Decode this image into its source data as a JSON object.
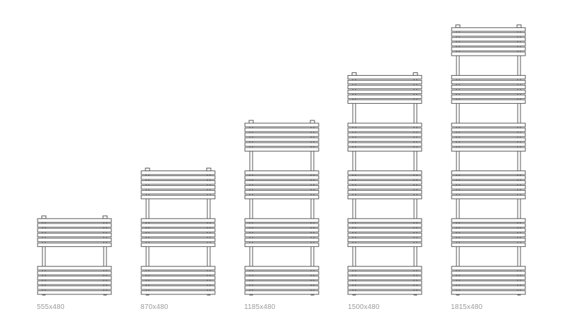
{
  "colors": {
    "background": "#ffffff",
    "stroke": "#555555",
    "label": "#9a9a9a"
  },
  "radiators": [
    {
      "label": "555x480",
      "bar_groups": 2
    },
    {
      "label": "870x480",
      "bar_groups": 3
    },
    {
      "label": "1185x480",
      "bar_groups": 4
    },
    {
      "label": "1500x480",
      "bar_groups": 5
    },
    {
      "label": "1815x480",
      "bar_groups": 6
    }
  ]
}
